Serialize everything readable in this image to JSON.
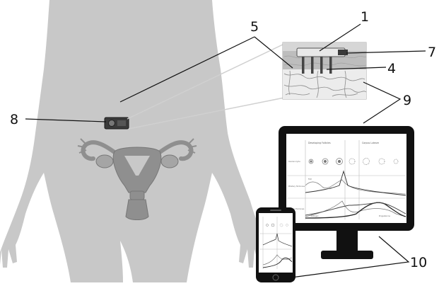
{
  "callouts": {
    "c1": "1",
    "c4": "4",
    "c5": "5",
    "c7": "7",
    "c8": "8",
    "c9": "9",
    "c10": "10"
  },
  "monitor_chart": {
    "header_left": "Developing Follicles",
    "header_right": "Corpus Luteum",
    "row1": "Ovarian Cycle",
    "row2": "Pituitary Hormones",
    "row3": "Ovarian Hormones",
    "lbl_fsh": "FSH",
    "lbl_lh": "LH",
    "lbl_estrogen": "Estrogen",
    "lbl_progesterone": "Progesterone"
  },
  "colors": {
    "body": "#c8c8c8",
    "organ": "#8f8f8f",
    "device": "#3a3a3a",
    "line": "#111111"
  }
}
